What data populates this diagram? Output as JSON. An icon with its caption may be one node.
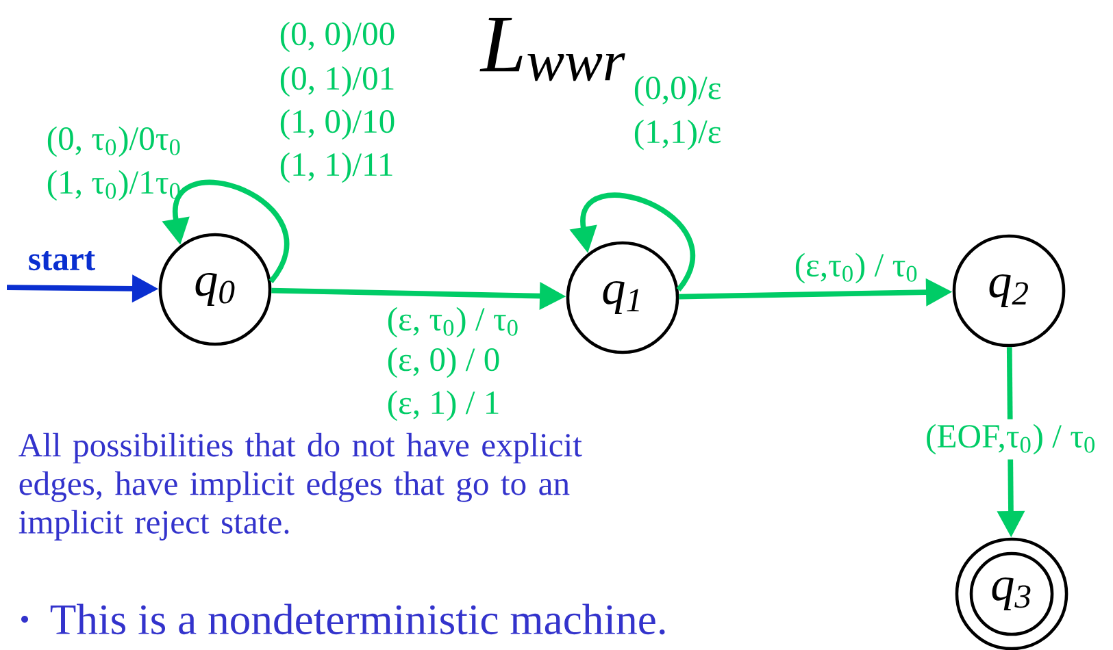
{
  "diagram": {
    "title": "L$_{wwr}$",
    "nodes": [
      {
        "text": [
          "q$_{0}$"
        ]
      },
      {
        "text": [
          "q$_{1}$"
        ]
      },
      {
        "text": [
          "q$_{2}$"
        ]
      },
      {
        "text": [],
        "shape": "circle"
      },
      {
        "text": [
          "q$_{3}$"
        ],
        "in": 3
      }
    ],
    "edges": [
      {
        "from": null,
        "to": 0,
        "arrow": "to",
        "label": "start",
        "color": "#0a2fd0"
      },
      {
        "from": 0,
        "to": 0,
        "arrow": "to",
        "label": "(0, 0)/00"
      },
      {
        "from": 0,
        "to": 1,
        "arrow": "to",
        "label": "(ε, τ$_{0}$) / τ$_{0}$"
      },
      {
        "from": 1,
        "to": 1,
        "arrow": "to",
        "label": "(0,0)/ε"
      },
      {
        "from": 1,
        "to": 2,
        "arrow": "to",
        "label": "(ε,τ$_{0}$) / τ$_{0}$"
      },
      {
        "from": 2,
        "to": 3,
        "arrow": "to",
        "label": "(EOF,τ$_{0}$) / τ$_{0}$"
      }
    ],
    "labels": [
      "(0, 1)/01",
      "(1, 0)/10",
      "(1, 1)/11",
      "(0, τ$_{0}$)/0τ$_{0}$",
      "(1, τ$_{0}$)/1τ$_{0}$",
      "(ε, 0) / 0",
      "(ε, 1) / 1",
      "(1,1)/ε",
      "All possibilities that do not have explicit edges, have implicit edges that go to an implicit reject state.",
      "This is a nondeterministic machine."
    ]
  }
}
